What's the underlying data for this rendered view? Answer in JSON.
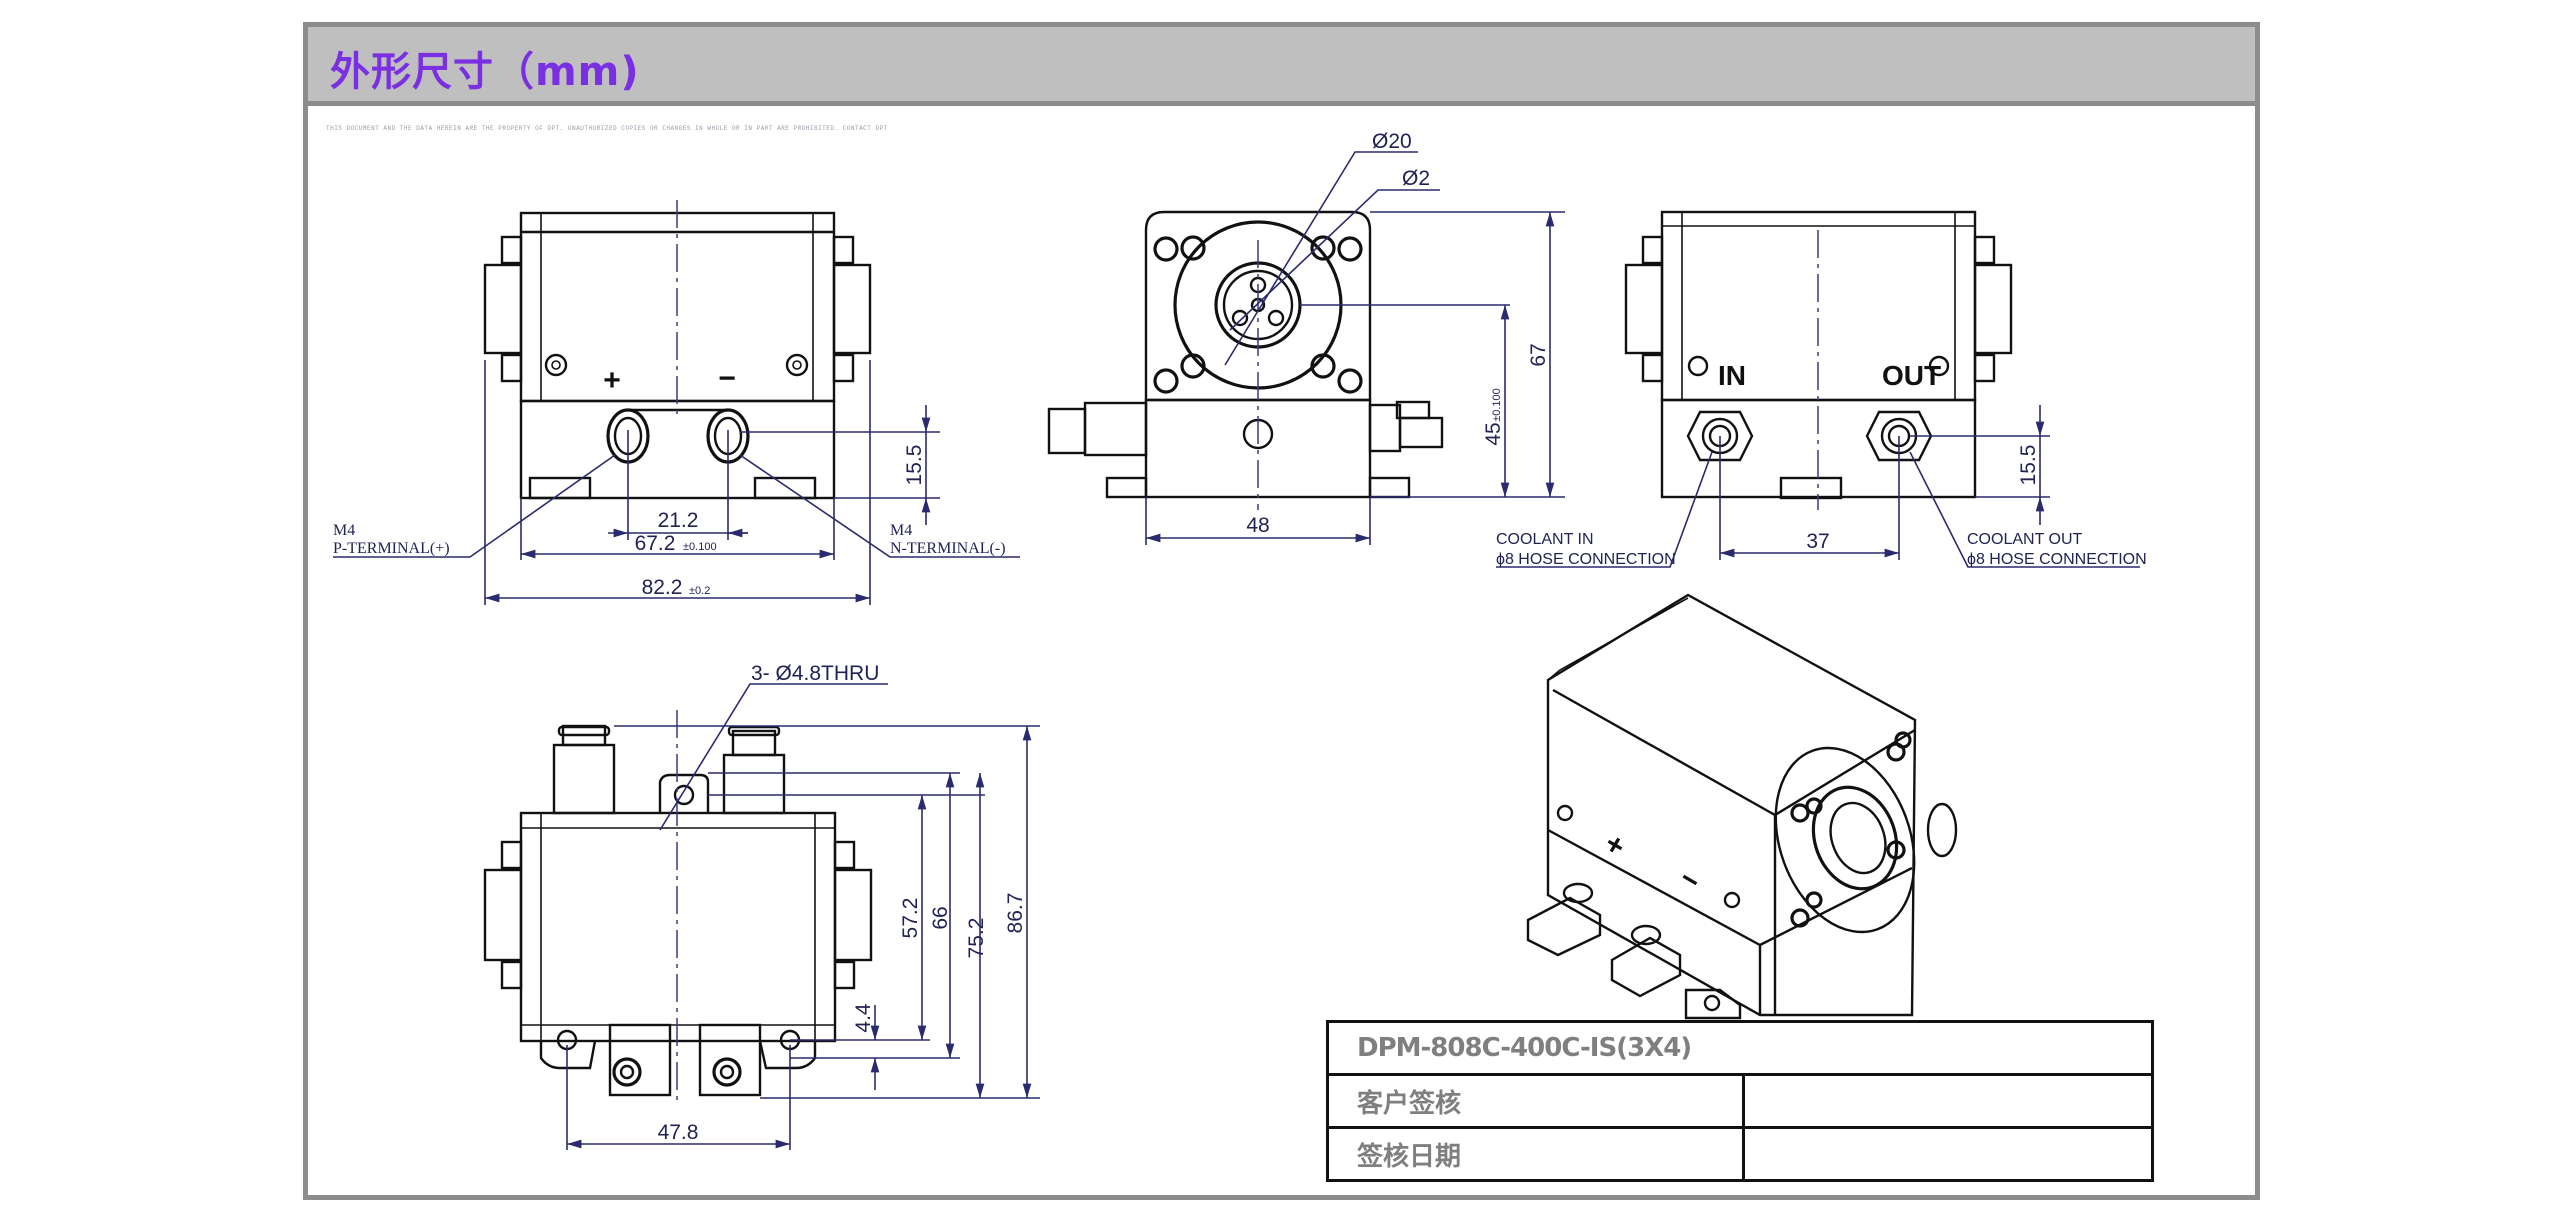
{
  "header": {
    "title": "外形尺寸（mm)"
  },
  "notice_text": "THIS DOCUMENT AND THE DATA HEREIN ARE THE PROPERTY OF DPT. UNAUTHORIZED COPIES OR CHANGES IN WHOLE OR IN PART ARE PROHIBITED. CONTACT DPT",
  "colors": {
    "title": "#7a2fe3",
    "title_bar": "#bfbfbf",
    "frame_border": "#8c8c8c",
    "dimension_lines": "#2a2a6e"
  },
  "views": {
    "front": {
      "plus_mark": "+",
      "minus_mark": "−",
      "dims": {
        "terminal_pitch": "21.2",
        "body_width": "67.2",
        "body_width_tol": "±0.100",
        "overall_width": "82.2",
        "overall_width_tol": "±0.2",
        "terminal_height": "15.5"
      },
      "callouts": {
        "p_terminal_thread": "M4",
        "p_terminal": "P-TERMINAL(+)",
        "n_terminal_thread": "M4",
        "n_terminal": "N-TERMINAL(-)"
      }
    },
    "side": {
      "dims": {
        "aperture_dia": "Ø20",
        "pin_dia": "Ø2",
        "base_width": "48",
        "overall_height": "67",
        "center_height": "45",
        "center_height_tol": "±0.100"
      }
    },
    "rear": {
      "in_label": "IN",
      "out_label": "OUT",
      "dims": {
        "port_pitch": "37",
        "port_height": "15.5"
      },
      "callouts": {
        "coolant_in": "COOLANT IN",
        "coolant_in_conn": "ϕ8 HOSE CONNECTION",
        "coolant_out": "COOLANT OUT",
        "coolant_out_conn": "ϕ8 HOSE CONNECTION"
      }
    },
    "top": {
      "dims": {
        "mount_holes": "3- Ø4.8THRU",
        "hole_spacing": "47.8",
        "d1": "57.2",
        "d2": "66",
        "d3": "75.2",
        "d4": "86.7",
        "d5": "4.4"
      }
    },
    "iso": {
      "plus_mark": "+",
      "minus_mark": "−"
    }
  },
  "table": {
    "model": "DPM-808C-400C-IS(3X4)",
    "rows": [
      {
        "label": "客户签核",
        "value": ""
      },
      {
        "label": "签核日期",
        "value": ""
      }
    ]
  }
}
